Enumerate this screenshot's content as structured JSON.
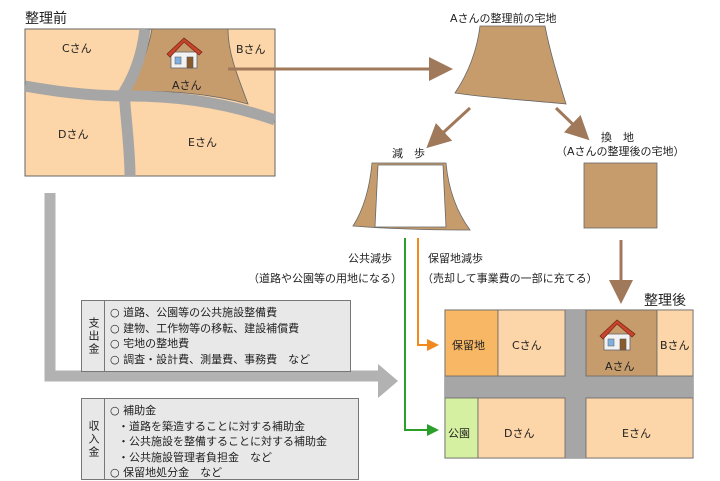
{
  "before": {
    "title": "整理前",
    "lots": {
      "c": "Cさん",
      "b": "Bさん",
      "a": "Aさん",
      "d": "Dさん",
      "e": "Eさん"
    }
  },
  "flow": {
    "a_land_before": "Aさんの整理前の宅地",
    "reduction": "減　歩",
    "replot": "換　地",
    "replot_sub": "（Aさんの整理後の宅地）",
    "public_reduction": "公共減歩",
    "public_reduction_note": "（道路や公園等の用地になる）",
    "reserve_reduction": "保留地減歩",
    "reserve_reduction_note": "（売却して事業費の一部に充てる）"
  },
  "after": {
    "title": "整理後",
    "lots": {
      "reserve": "保留地",
      "c": "Cさん",
      "a": "Aさん",
      "b": "Bさん",
      "park": "公園",
      "d": "Dさん",
      "e": "Eさん"
    }
  },
  "expenditure": {
    "label": "支出金",
    "items": [
      "○ 道路、公園等の公共施設整備費",
      "○ 建物、工作物等の移転、建設補償費",
      "○ 宅地の整地費",
      "○ 調査・設計費、測量費、事務費　など"
    ]
  },
  "income": {
    "label": "収入金",
    "items": [
      "○ 補助金",
      "・道路を築造することに対する補助金",
      "・公共施設を整備することに対する補助金",
      "・公共施設管理者負担金　など",
      "○ 保留地処分金　など"
    ]
  },
  "colors": {
    "lot": "#fcd5a8",
    "road": "#a6a6a6",
    "owner_land": "#c69c6d",
    "reserve": "#f7b765",
    "park": "#d5f0a0",
    "arrow_brown": "#a0785a",
    "arrow_gray": "#b2b2b2",
    "arrow_orange": "#f08a1e",
    "arrow_green": "#2aa02a"
  }
}
